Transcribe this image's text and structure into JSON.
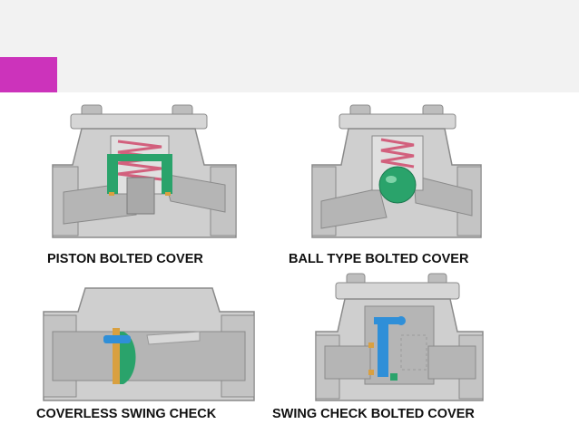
{
  "colors": {
    "accent": "#cc33bb",
    "header_band": "#f2f2f2",
    "body_metal": "#cfcfcf",
    "body_outline": "#8a8a8a",
    "passage": "#b5b5b5",
    "seat_green": "#2aa36b",
    "spring_pink": "#d2607d",
    "disc_blue": "#2f8fd8",
    "gasket_orange": "#d9a040"
  },
  "figures": [
    {
      "id": "piston-bolted-cover",
      "caption": "PISTON BOLTED COVER"
    },
    {
      "id": "ball-type-bolted-cover",
      "caption": "BALL TYPE BOLTED COVER"
    },
    {
      "id": "coverless-swing-check",
      "caption": "COVERLESS SWING CHECK"
    },
    {
      "id": "swing-check-bolted-cover",
      "caption": "SWING CHECK BOLTED COVER"
    }
  ]
}
